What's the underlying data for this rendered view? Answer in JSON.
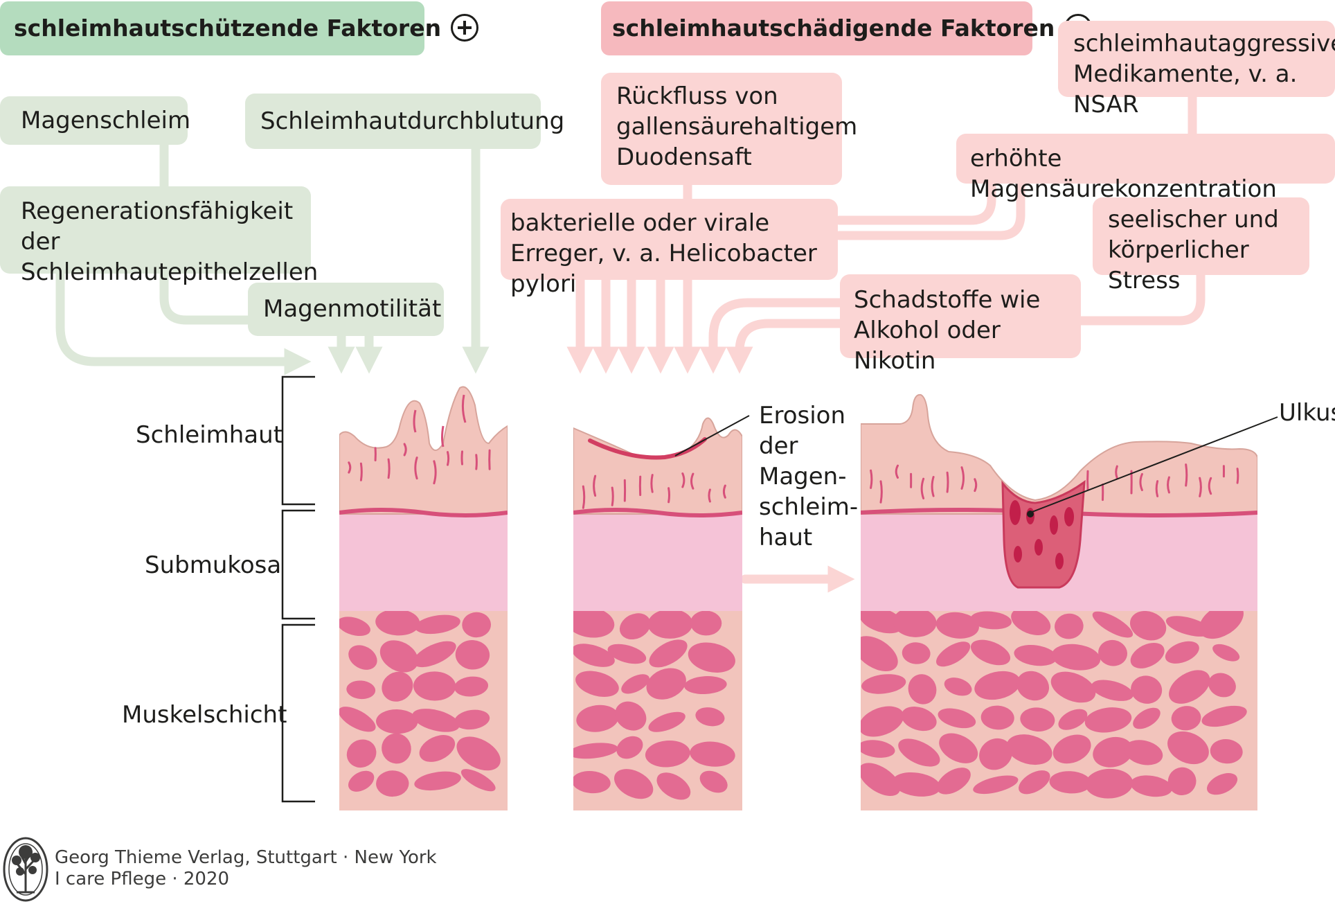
{
  "headers": {
    "protective": "schleimhautschützende Faktoren",
    "damaging": "schleimhautschädigende Faktoren"
  },
  "protective_factors": {
    "mucus": "Magenschleim",
    "blood_flow": "Schleimhautdurchblutung",
    "regeneration": "Regenerationsfähigkeit der\nSchleimhautepithelzellen",
    "motility": "Magenmotilität"
  },
  "damaging_factors": {
    "bile_reflux": "Rückfluss von\ngallensäurehaltigem\nDuodensaft",
    "medication": "schleimhautaggressive\nMedikamente, v. a. NSAR",
    "acid": "erhöhte Magensäurekonzentration",
    "pathogens": "bakterielle oder virale\nErreger, v. a. Helicobacter pylori",
    "stress": "seelischer und\nkörperlicher Stress",
    "toxins": "Schadstoffe wie\nAlkohol oder Nikotin"
  },
  "layers": {
    "mucosa": "Schleimhaut",
    "submucosa": "Submukosa",
    "muscle": "Muskelschicht"
  },
  "annotations": {
    "erosion": "Erosion\nder\nMagen-\nschleim-\nhaut",
    "ulcer": "Ulkus"
  },
  "footer": {
    "publisher": "Georg Thieme Verlag, Stuttgart · New York",
    "edition": "I care Pflege · 2020"
  },
  "colors": {
    "protective_header": "#b4dcbe",
    "protective_box": "#dde8d9",
    "damaging_header": "#f6b9be",
    "damaging_box": "#fbd5d4",
    "mucosa": "#f2c4bc",
    "submucosa": "#f5c3d7",
    "muscle_fiber": "#e36b92",
    "ulcer": "#dc5f78"
  }
}
